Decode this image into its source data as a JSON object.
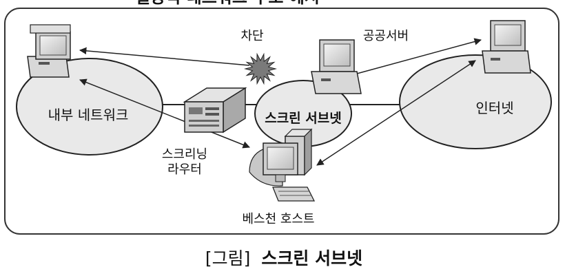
{
  "title_partial": "일방식 네트워크 구조 예시",
  "labels": {
    "block": "차단",
    "public_server": "공공서버",
    "internal_network": "내부 네트워크",
    "screened_subnet": "스크린 서브넷",
    "internet": "인터넷",
    "screening_router_line1": "스크리닝",
    "screening_router_line2": "라우터",
    "bastion_host": "베스천 호스트"
  },
  "caption": {
    "prefix": "[그림]",
    "text": "스크린 서브넷"
  }
}
